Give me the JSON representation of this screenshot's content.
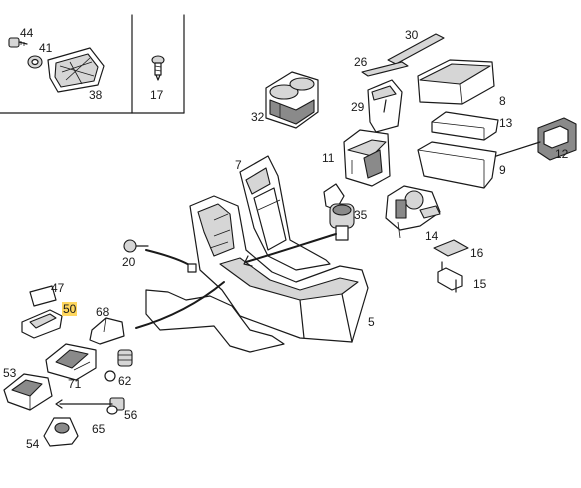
{
  "callouts": {
    "p44": "44",
    "p41": "41",
    "p38": "38",
    "p17": "17",
    "p30": "30",
    "p26": "26",
    "p29": "29",
    "p8": "8",
    "p32": "32",
    "p13": "13",
    "p12": "12",
    "p7": "7",
    "p11": "11",
    "p9": "9",
    "p35": "35",
    "p14": "14",
    "p20": "20",
    "p16": "16",
    "p15": "15",
    "p47": "47",
    "p50": "50",
    "p68": "68",
    "p5": "5",
    "p53": "53",
    "p71": "71",
    "p62": "62",
    "p56": "56",
    "p65": "65",
    "p54": "54"
  },
  "highlighted_part": "50",
  "colors": {
    "highlight": "#ffd75e",
    "ink": "#1a1a1a"
  }
}
